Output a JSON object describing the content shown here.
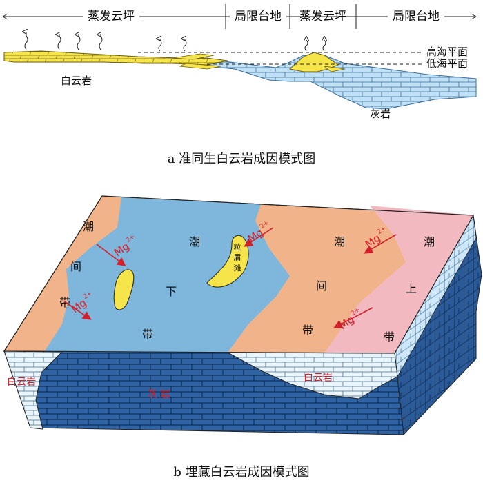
{
  "panel_a": {
    "zones": [
      "蒸发云坪",
      "局限台地",
      "蒸发云坪",
      "局限台地"
    ],
    "high_sea_level": "高海平面",
    "low_sea_level": "低海平面",
    "dolomite_label": "白云岩",
    "limestone_label": "灰岩",
    "caption": "a  准同生白云岩成因模式图"
  },
  "panel_b": {
    "intertidal_left": [
      "潮",
      "间",
      "带"
    ],
    "subtidal": [
      "潮",
      "下",
      "带"
    ],
    "intertidal_right": [
      "潮",
      "间",
      "带"
    ],
    "supratidal": [
      "潮",
      "上",
      "带"
    ],
    "shoal_label": [
      "粒",
      "屑",
      "滩"
    ],
    "mg_ion": "Mg",
    "mg_charge": "2+",
    "dolomite_left": "白云岩",
    "dolomite_right": "白云岩",
    "limestone": "灰 岩",
    "caption": "b  埋藏白云岩成因模式图"
  },
  "colors": {
    "dolomite_yellow": "#f5e44a",
    "sea_blue": "#7fb6dc",
    "intertidal_orange": "#f1b48a",
    "supratidal_pink": "#f3b9c0",
    "limestone_dark": "#2f63a3",
    "arrow_red": "#d1202a"
  }
}
